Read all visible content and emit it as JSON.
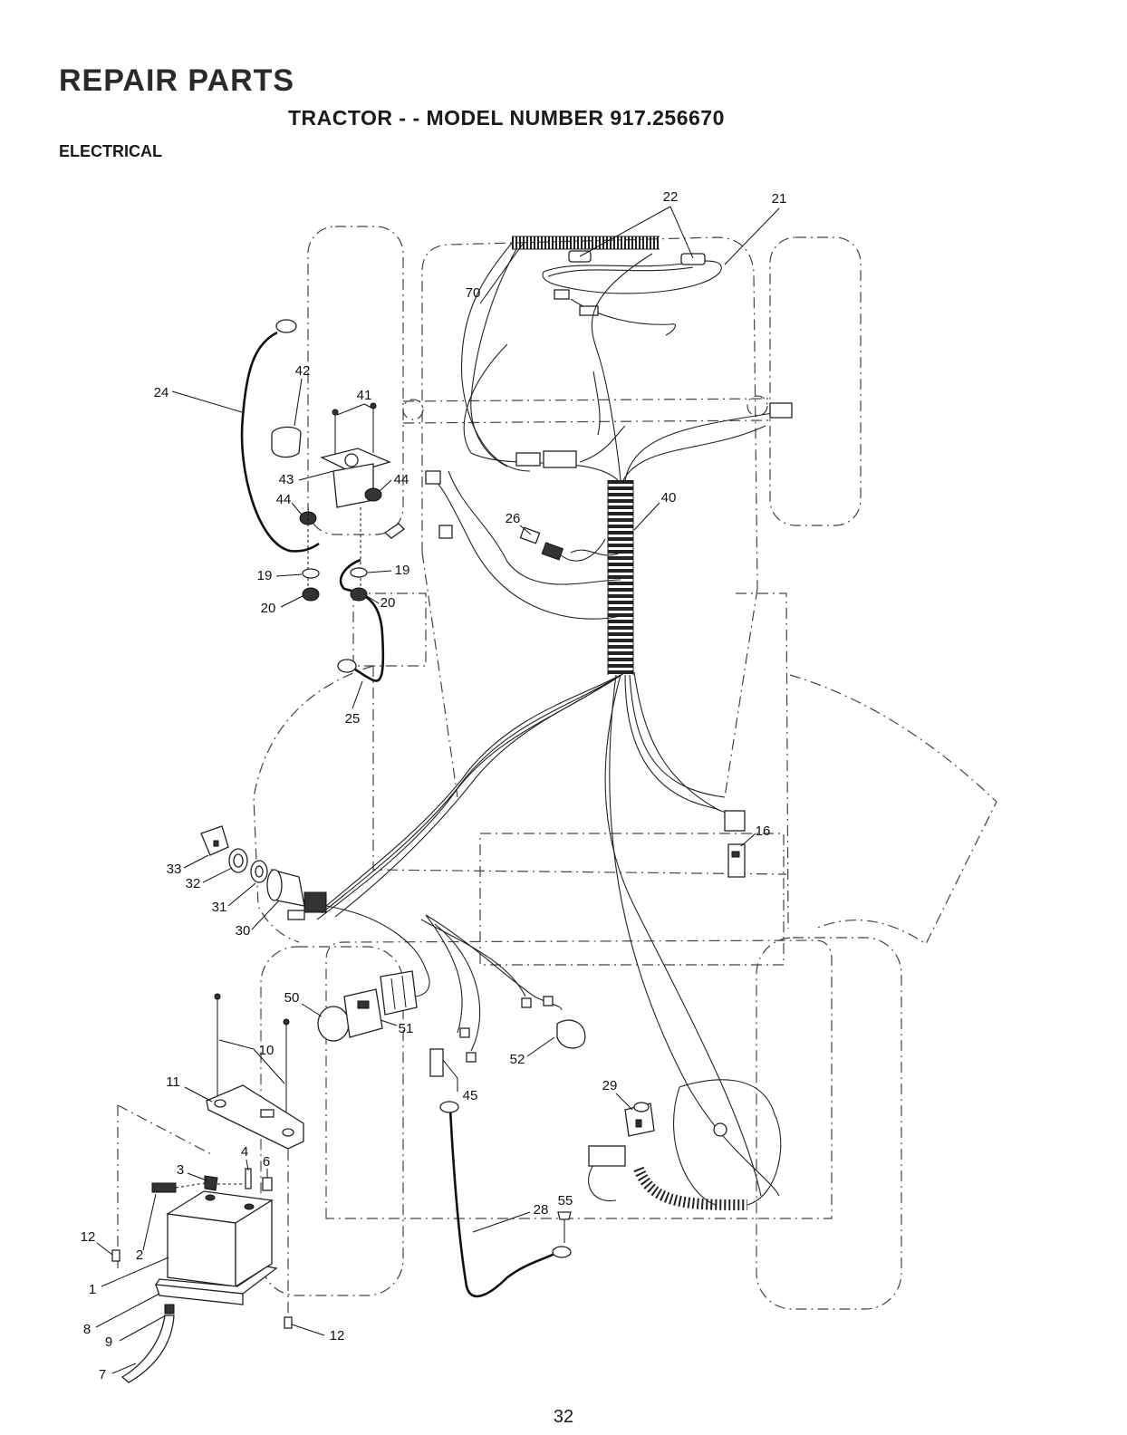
{
  "header": {
    "title": "REPAIR PARTS",
    "subtitle": "TRACTOR - - MODEL NUMBER 917.256670",
    "section": "ELECTRICAL"
  },
  "page_number": "32",
  "callouts": [
    "22",
    "21",
    "70",
    "42",
    "41",
    "24",
    "43",
    "44",
    "44",
    "40",
    "26",
    "19",
    "19",
    "20",
    "20",
    "25",
    "16",
    "33",
    "32",
    "31",
    "30",
    "50",
    "51",
    "52",
    "45",
    "29",
    "10",
    "11",
    "3",
    "4",
    "6",
    "55",
    "28",
    "12",
    "2",
    "1",
    "8",
    "9",
    "12",
    "7"
  ]
}
